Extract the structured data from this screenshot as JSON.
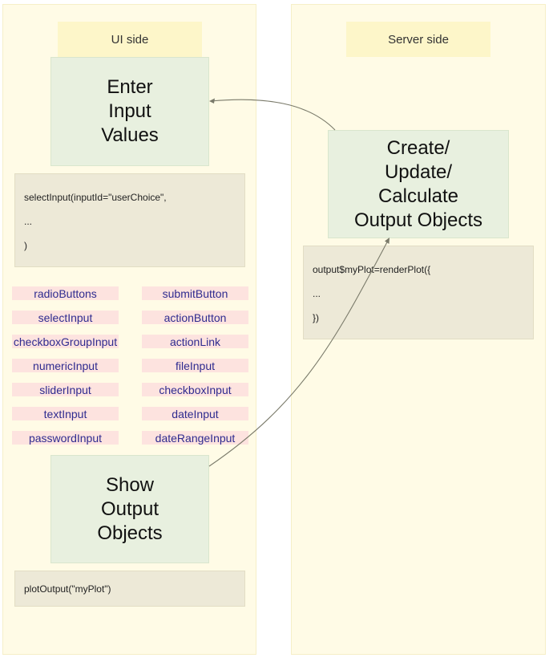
{
  "lanes": {
    "ui": {
      "title": "UI side"
    },
    "server": {
      "title": "Server side"
    }
  },
  "boxes": {
    "enter_input": [
      "Enter",
      "Input",
      "Values"
    ],
    "show_output": [
      "Show",
      "Output",
      "Objects"
    ],
    "create_update": [
      "Create/",
      "Update/",
      "Calculate",
      "Output Objects"
    ]
  },
  "code": {
    "select_input": [
      "selectInput(inputId=\"userChoice\",",
      "...",
      ")"
    ],
    "plot_output": [
      "plotOutput(\"myPlot\")"
    ],
    "render_plot": [
      "output$myPlot=renderPlot({",
      "...",
      "})"
    ]
  },
  "widgets": {
    "left": [
      "radioButtons",
      "selectInput",
      "checkboxGroupInput",
      "numericInput",
      "sliderInput",
      "textInput",
      "passwordInput"
    ],
    "right": [
      "submitButton",
      "actionButton",
      "actionLink",
      "fileInput",
      "checkboxInput",
      "dateInput",
      "dateRangeInput"
    ]
  },
  "colors": {
    "lane": "#fffbe6",
    "lane_header": "#fdf6c9",
    "step_box": "#e8f0df",
    "code_box": "#ede9d7",
    "widget_chip": "#fde3df",
    "widget_text": "#2f2b8f",
    "arrow": "#7a7a6a"
  }
}
